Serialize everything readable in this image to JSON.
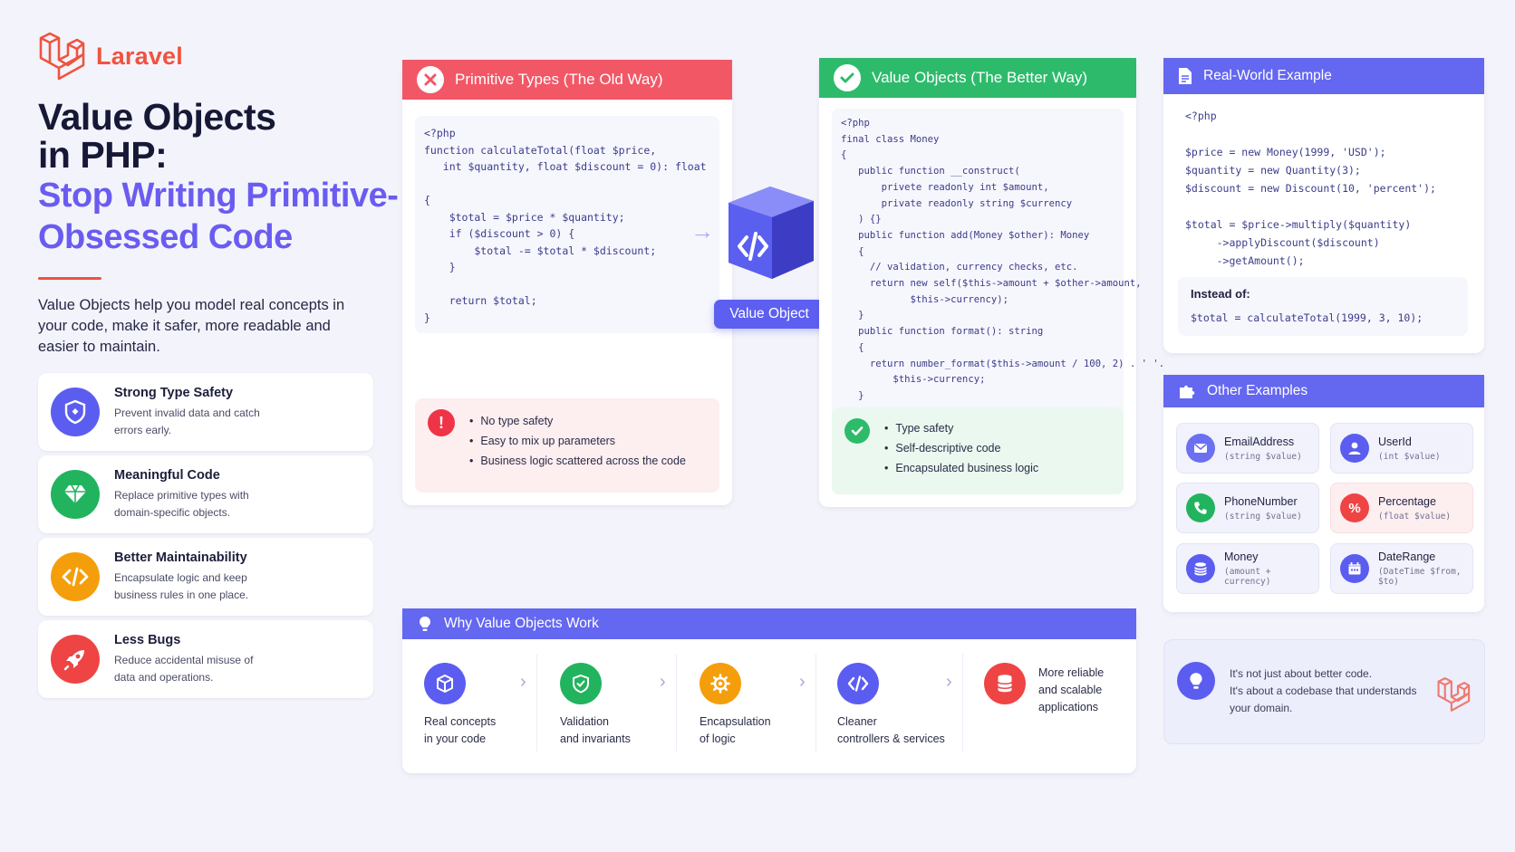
{
  "brand": {
    "name": "Laravel"
  },
  "headline": {
    "line1": "Value Objects",
    "line2": "in PHP:",
    "line3": "Stop Writing Primitive-",
    "line4": "Obsessed Code"
  },
  "intro": "Value Objects help you model real concepts in your code, make it safer, more readable and easier to maintain.",
  "benefits": [
    {
      "title": "Strong Type Safety",
      "desc": "Prevent invalid data and catch errors early.",
      "icon": "shield-icon",
      "color": "#5b5df0"
    },
    {
      "title": "Meaningful Code",
      "desc": "Replace primitive types with domain-specific objects.",
      "icon": "diamond-icon",
      "color": "#22b35e"
    },
    {
      "title": "Better Maintainability",
      "desc": "Encapsulate logic and keep business rules in one place.",
      "icon": "code-icon",
      "color": "#f59e0b"
    },
    {
      "title": "Less Bugs",
      "desc": "Reduce accidental misuse of data and operations.",
      "icon": "rocket-icon",
      "color": "#ef4444"
    }
  ],
  "primitive": {
    "title": "Primitive Types (The Old Way)",
    "color": "#f25766",
    "code": "<?php\nfunction calculateTotal(float $price,\n   int $quantity, float $discount = 0): float\n\n{\n    $total = $price * $quantity;\n    if ($discount > 0) {\n        $total -= $total * $discount;\n    }\n\n    return $total;\n}",
    "issues": [
      "No type safety",
      "Easy to mix up parameters",
      "Business logic scattered across the code"
    ]
  },
  "cube": {
    "label": "Value Object"
  },
  "value_objects": {
    "title": "Value Objects (The Better Way)",
    "color": "#2dbb6b",
    "code": "<?php\nfinal class Money\n{\n   public function __construct(\n       privete readonly int $amount,\n       private readonly string $currency\n   ) {}\n   public function add(Money $other): Money\n   {\n     // validation, currency checks, etc.\n     return new self($this->amount + $other->amount,\n            $this->currency);\n   }\n   public function format(): string\n   {\n     return number_format($this->amount / 100, 2) . ' '.\n         $this->currency;\n   }\n}",
    "benefits": [
      "Type safety",
      "Self-descriptive code",
      "Encapsulated business logic"
    ]
  },
  "real_world": {
    "title": "Real-World Example",
    "code": "<?php\n\n$price = new Money(1999, 'USD');\n$quantity = new Quantity(3);\n$discount = new Discount(10, 'percent');\n\n$total = $price->multiply($quantity)\n     ->applyDiscount($discount)\n     ->getAmount();",
    "instead_label": "Instead of:",
    "instead_code": "$total = calculateTotal(1999, 3, 10);"
  },
  "other_examples": {
    "title": "Other Examples",
    "items": [
      {
        "name": "EmailAddress",
        "sig": "(string $value)",
        "icon": "mail-icon",
        "color": "#6b6ff2"
      },
      {
        "name": "UserId",
        "sig": "(int $value)",
        "icon": "user-icon",
        "color": "#5b5df0"
      },
      {
        "name": "PhoneNumber",
        "sig": "(string $value)",
        "icon": "phone-icon",
        "color": "#22b35e"
      },
      {
        "name": "Percentage",
        "sig": "(float $value)",
        "icon": "percent-icon",
        "color": "#ef4444"
      },
      {
        "name": "Money",
        "sig": "(amount + currency)",
        "icon": "coins-icon",
        "color": "#5b5df0"
      },
      {
        "name": "DateRange",
        "sig": "(DateTime $from, $to)",
        "icon": "calendar-icon",
        "color": "#5b5df0"
      }
    ]
  },
  "why": {
    "title": "Why Value Objects Work",
    "steps": [
      {
        "label": "Real concepts\nin your code",
        "icon": "cube-icon",
        "color": "#5b5df0"
      },
      {
        "label": "Validation\nand invariants",
        "icon": "shield-check-icon",
        "color": "#22b35e"
      },
      {
        "label": "Encapsulation\nof logic",
        "icon": "gear-icon",
        "color": "#f59e0b"
      },
      {
        "label": "Cleaner\ncontrollers & services",
        "icon": "code-icon",
        "color": "#5b5df0"
      },
      {
        "label": "More reliable\nand scalable\napplications",
        "icon": "database-icon",
        "color": "#ef4444"
      }
    ]
  },
  "quote": "It's not just about better code.\nIt's about a codebase that understands\nyour domain.",
  "colors": {
    "accent": "#6a5cf0",
    "laravel": "#f05340",
    "indigo": "#5d5ff0"
  }
}
